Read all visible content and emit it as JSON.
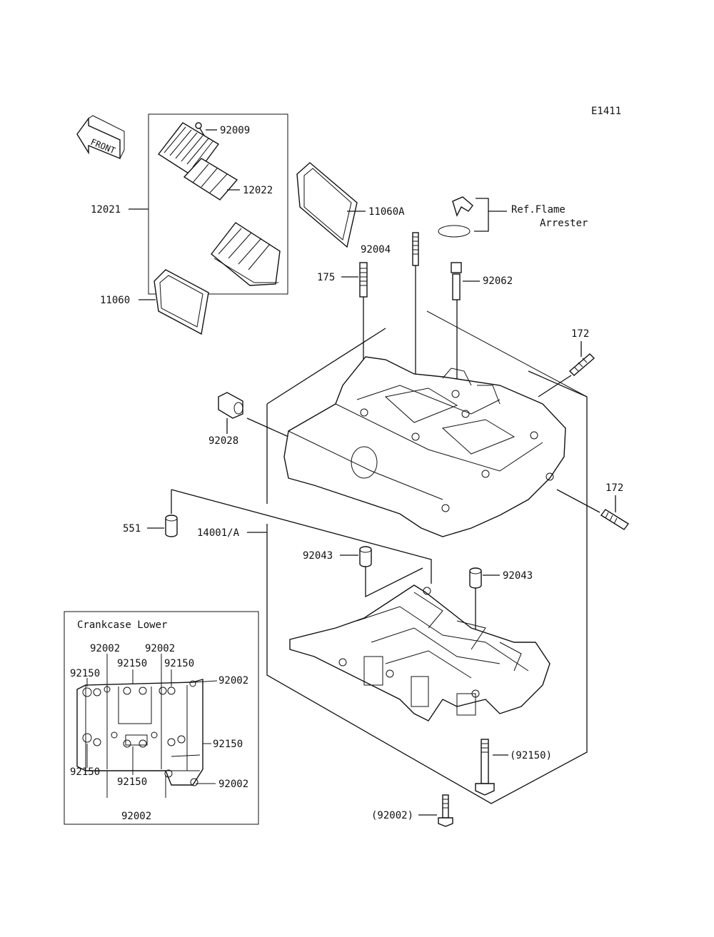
{
  "diagram_id": "E1411",
  "front_label": "FRONT",
  "parts": {
    "p92009": "92009",
    "p12022": "12022",
    "p12021": "12021",
    "p11060A": "11060A",
    "p11060": "11060",
    "p92004": "92004",
    "p175": "175",
    "p92062": "92062",
    "ref_line1": "Ref.Flame",
    "ref_line2": "Arrester",
    "p172a": "172",
    "p172b": "172",
    "p92028": "92028",
    "p551": "551",
    "p14001A": "14001/A",
    "p92043a": "92043",
    "p92043b": "92043",
    "p92150p": "(92150)",
    "p92002p": "(92002)"
  },
  "inset": {
    "title": "Crankcase Lower",
    "labels": {
      "a": "92002",
      "b": "92002",
      "c": "92150",
      "d": "92150",
      "e": "92150",
      "f": "92002",
      "g": "92150",
      "h": "92150",
      "i": "92150",
      "j": "92002",
      "k": "92002"
    }
  }
}
